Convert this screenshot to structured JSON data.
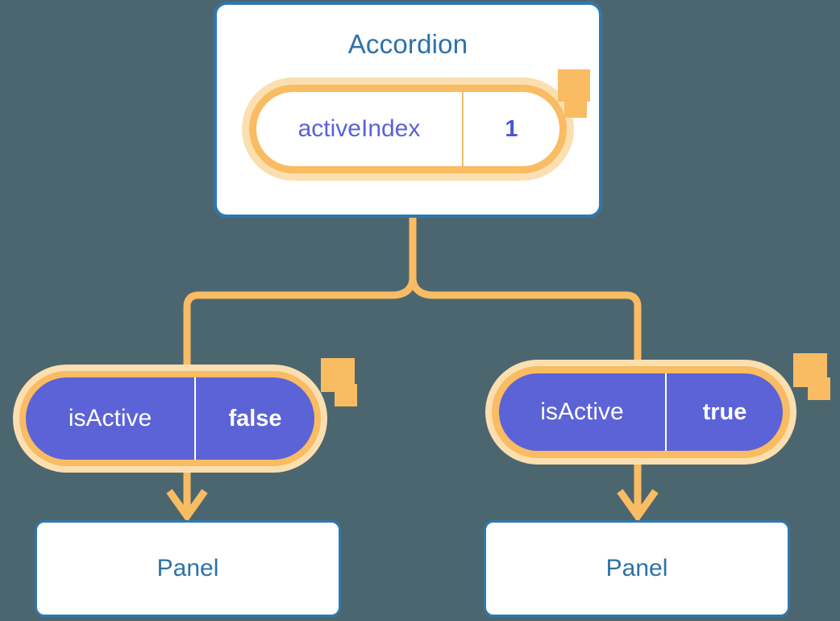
{
  "theme": {
    "background": "#4c666f",
    "card_border": "#2f78ae",
    "card_fill": "#ffffff",
    "title_text": "#2d72a8",
    "accent_orange": "#f9bc63",
    "accent_orange_pale": "#fbdfb0",
    "state_purple": "#5b63d6",
    "state_text_purple": "#5a62d8",
    "connector": "#f9bc63"
  },
  "component": {
    "title": "Accordion",
    "state": {
      "key": "activeIndex",
      "value": "1",
      "sparkle_icon": "sparkle-icon"
    }
  },
  "children": [
    {
      "id": "left",
      "state": {
        "key": "isActive",
        "value": "false",
        "sparkle_icon": "sparkle-icon"
      },
      "panel": {
        "title": "Panel"
      }
    },
    {
      "id": "right",
      "state": {
        "key": "isActive",
        "value": "true",
        "sparkle_icon": "sparkle-icon"
      },
      "panel": {
        "title": "Panel"
      }
    }
  ]
}
